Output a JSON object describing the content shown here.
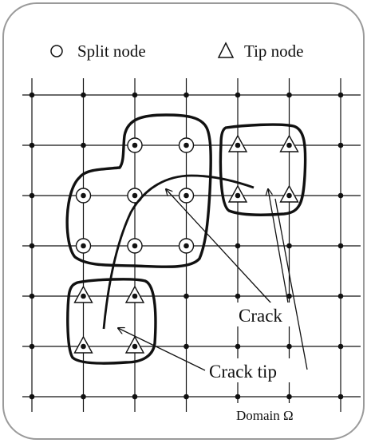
{
  "legend": {
    "split_node_label": "Split node",
    "tip_node_label": "Tip node"
  },
  "annotations": {
    "crack_label": "Crack",
    "crack_tip_label": "Crack tip",
    "domain_label": "Domain Ω"
  },
  "grid": {
    "columns": 7,
    "rows": 7
  },
  "split_nodes": [
    {
      "col": 2,
      "row": 1
    },
    {
      "col": 3,
      "row": 1
    },
    {
      "col": 1,
      "row": 2
    },
    {
      "col": 2,
      "row": 2
    },
    {
      "col": 3,
      "row": 2
    },
    {
      "col": 1,
      "row": 3
    },
    {
      "col": 2,
      "row": 3
    },
    {
      "col": 3,
      "row": 3
    }
  ],
  "tip_nodes": [
    {
      "col": 4,
      "row": 1
    },
    {
      "col": 5,
      "row": 1
    },
    {
      "col": 4,
      "row": 2
    },
    {
      "col": 5,
      "row": 2
    },
    {
      "col": 1,
      "row": 4
    },
    {
      "col": 2,
      "row": 4
    },
    {
      "col": 1,
      "row": 5
    },
    {
      "col": 2,
      "row": 5
    }
  ],
  "colors": {
    "line": "#111111",
    "frame": "#9a9a9a",
    "background": "#ffffff"
  }
}
